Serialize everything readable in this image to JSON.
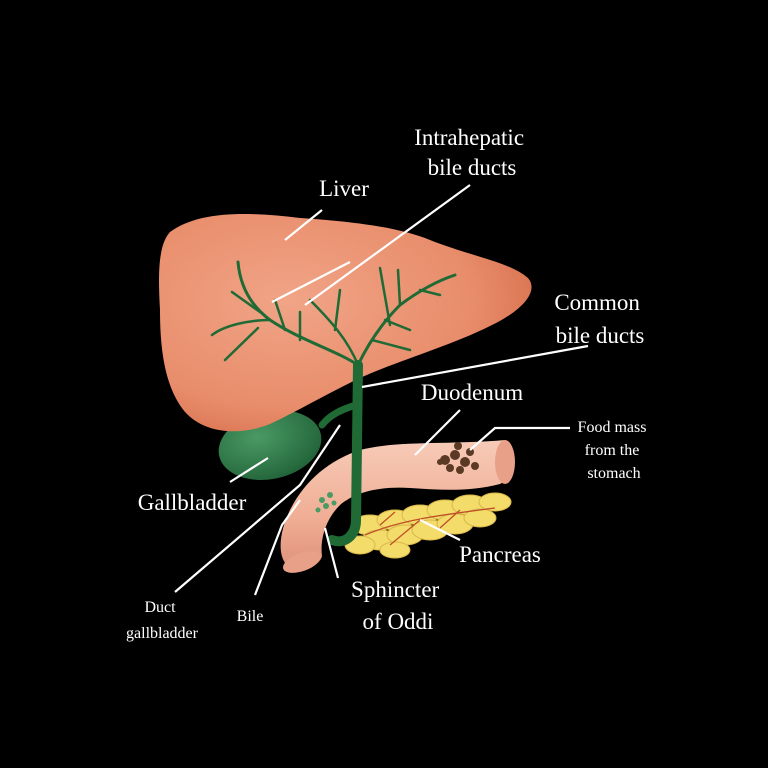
{
  "labels": {
    "intrahepatic_1": "Intrahepatic",
    "intrahepatic_2": "bile ducts",
    "liver": "Liver",
    "common_1": "Common",
    "common_2": "bile ducts",
    "duodenum": "Duodenum",
    "food_1": "Food mass",
    "food_2": "from the",
    "food_3": "stomach",
    "pancreas": "Pancreas",
    "gallbladder": "Gallbladder",
    "sphincter_1": "Sphincter",
    "sphincter_2": "of Oddi",
    "bile": "Bile",
    "duct_1": "Duct",
    "duct_2": "gallbladder"
  },
  "colors": {
    "background": "#000000",
    "liver": "#e98f6d",
    "bile_duct": "#1f6a35",
    "gallbladder": "#2e7a48",
    "duodenum": "#f2b49c",
    "pancreas": "#f3dc6a",
    "text": "#ffffff"
  }
}
